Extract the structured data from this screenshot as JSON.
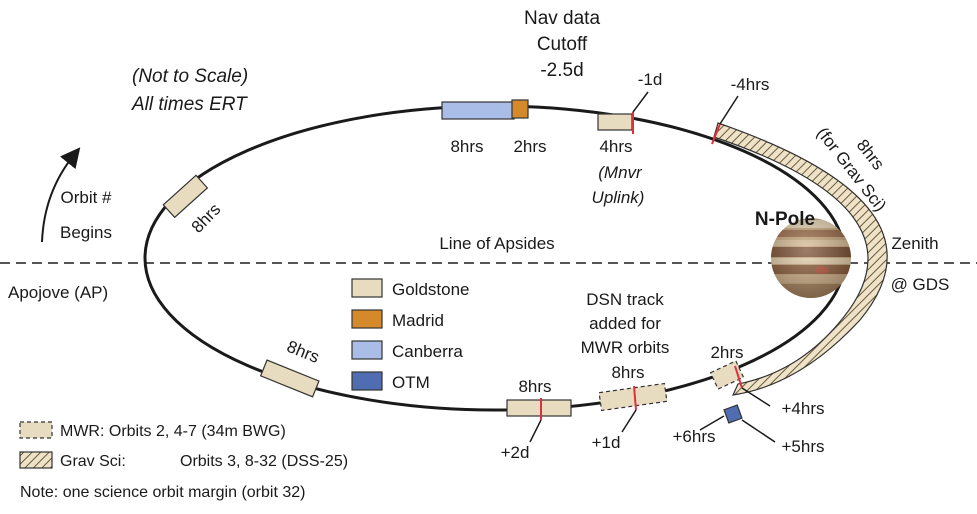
{
  "notes": {
    "not_to_scale": "(Not to Scale)",
    "all_times": "All times ERT"
  },
  "labels": {
    "orbit_begins_1": "Orbit #",
    "orbit_begins_2": "Begins",
    "line_of_apsides": "Line of Apsides",
    "apojove": "Apojove (AP)",
    "n_pole": "N-Pole",
    "zenith": "Zenith",
    "at_gds": "@ GDS",
    "nav_cutoff_1": "Nav data",
    "nav_cutoff_2": "Cutoff",
    "nav_cutoff_3": "-2.5d",
    "grav_sci_1": "8hrs",
    "grav_sci_2": "(for Grav Sci)"
  },
  "passes": {
    "canberra_8hrs": "8hrs",
    "madrid_2hrs": "2hrs",
    "mnvr_1": "4hrs",
    "mnvr_2": "(Mnvr",
    "mnvr_3": "Uplink)",
    "left_8hrs": "8hrs",
    "lower_left_8hrs": "8hrs",
    "bottom_8hrs": "8hrs",
    "mwr_8hrs": "8hrs",
    "near_2hrs": "2hrs",
    "dsn_track_1": "DSN track",
    "dsn_track_2": "added for",
    "dsn_track_3": "MWR orbits"
  },
  "times": {
    "minus_1d": "-1d",
    "minus_4hrs": "-4hrs",
    "plus_2d": "+2d",
    "plus_1d": "+1d",
    "plus_6hrs": "+6hrs",
    "plus_5hrs": "+5hrs",
    "plus_4hrs": "+4hrs"
  },
  "legend": {
    "goldstone": "Goldstone",
    "madrid": "Madrid",
    "canberra": "Canberra",
    "otm": "OTM"
  },
  "bottom_legend": {
    "mwr": "MWR:  Orbits 2, 4-7 (34m BWG)",
    "grav_sci_label": "Grav Sci:",
    "grav_sci_orbits": "Orbits 3, 8-32 (DSS-25)",
    "note": "Note: one science orbit margin (orbit 32)"
  },
  "colors": {
    "goldstone": "#e8dcc0",
    "madrid": "#d48a2a",
    "canberra": "#a9bde6",
    "otm": "#4f6db0",
    "tick_red": "#e0303a",
    "orbit_line": "#1a1a1a"
  }
}
